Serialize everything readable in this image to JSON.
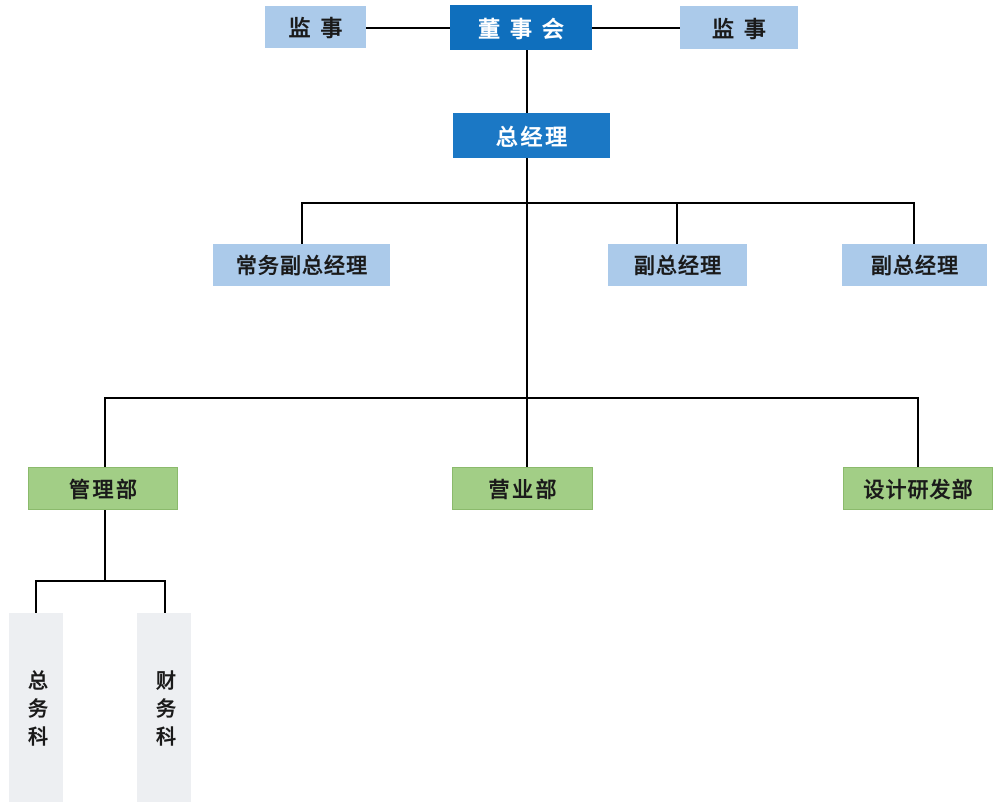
{
  "diagram": {
    "type": "org-chart",
    "nodes": {
      "supervisor_left": "监事",
      "board": "董事会",
      "supervisor_right": "监事",
      "general_manager": "总经理",
      "executive_deputy_gm": "常务副总经理",
      "deputy_gm_left": "副总经理",
      "deputy_gm_right": "副总经理",
      "management_dept": "管理部",
      "sales_dept": "营业部",
      "design_rd_dept": "设计研发部",
      "general_affairs_section": "总务科",
      "finance_section": "财务科"
    },
    "hierarchy": [
      {
        "parent": "董事会",
        "lateral": [
          "监事",
          "监事"
        ],
        "children": [
          "总经理"
        ]
      },
      {
        "parent": "总经理",
        "children": [
          "常务副总经理",
          "副总经理",
          "副总经理",
          "管理部",
          "营业部",
          "设计研发部"
        ]
      },
      {
        "parent": "管理部",
        "children": [
          "总务科",
          "财务科"
        ]
      }
    ],
    "colors": {
      "board_blue": "#0F6FBD",
      "gm_blue": "#1B78C5",
      "light_blue": "#ABCAEA",
      "green": "#A2CE86",
      "gray": "#EDEFF2",
      "line": "#000000",
      "text_dark": "#1A1A1A",
      "text_light": "#FFFFFF"
    }
  }
}
